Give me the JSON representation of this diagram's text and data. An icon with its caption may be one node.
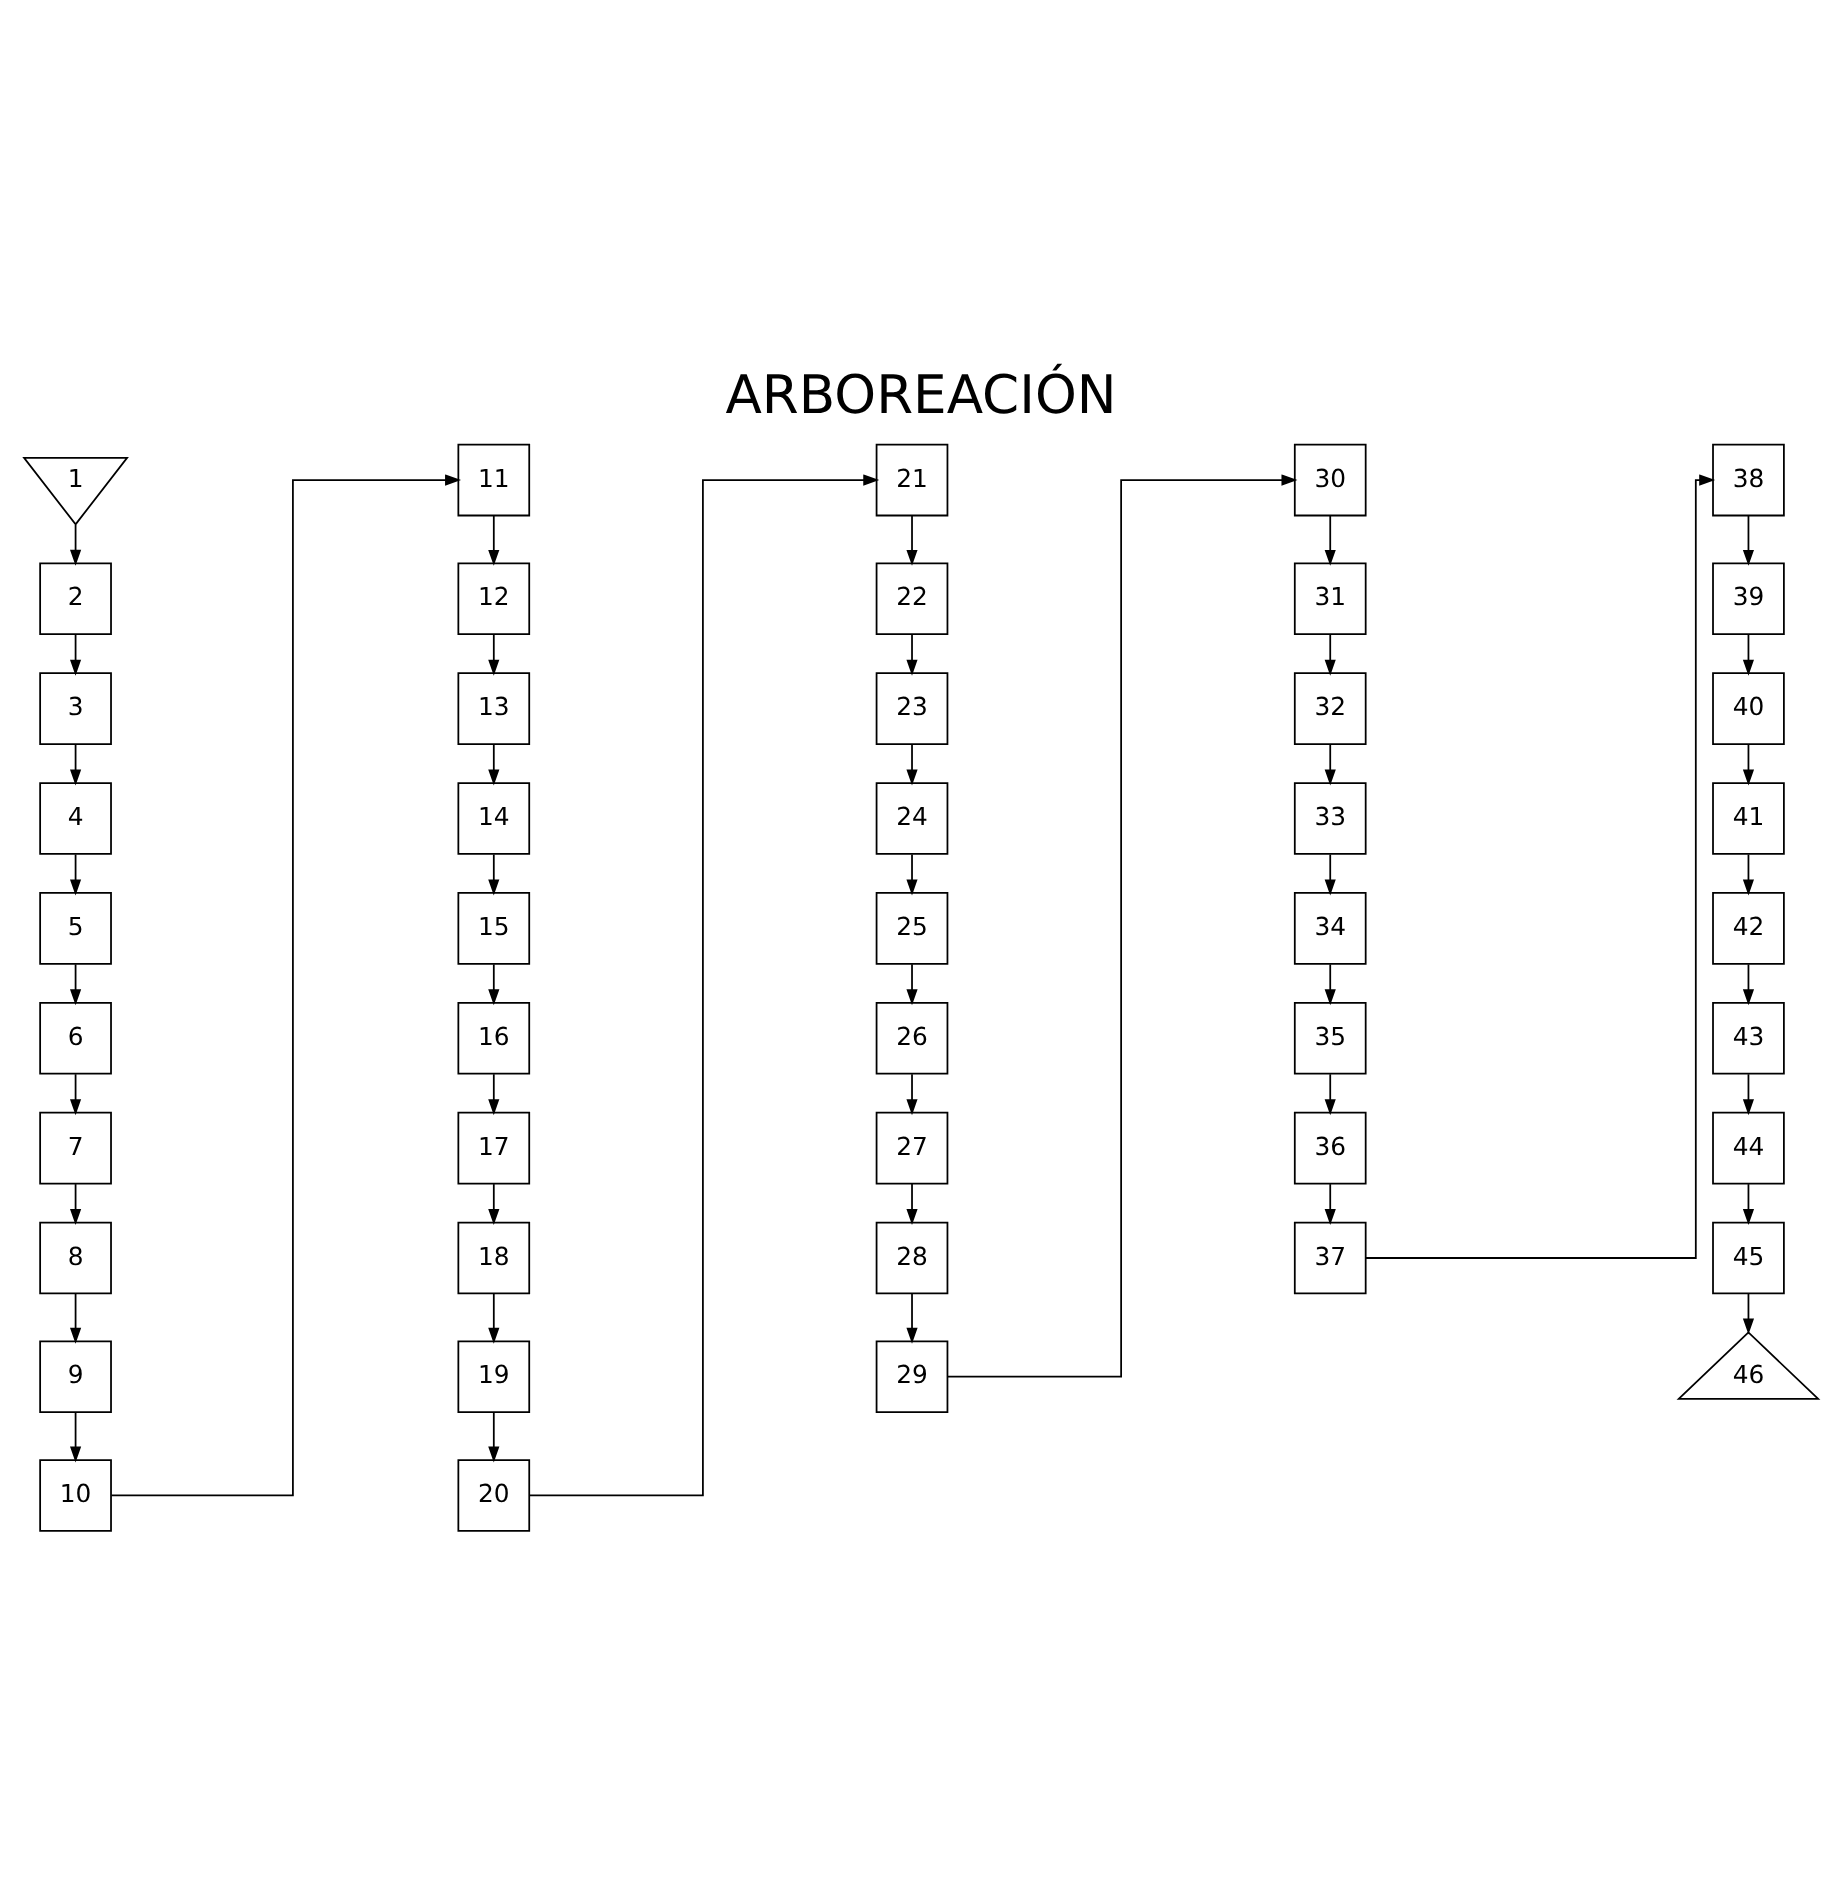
{
  "diagram": {
    "title": "ARBOREACIÓN",
    "nodes": [
      {
        "text": [
          "1"
        ]
      },
      {
        "text": [
          "2"
        ]
      },
      {
        "text": [
          "3"
        ]
      },
      {
        "text": [
          "4"
        ]
      },
      {
        "text": [
          "5"
        ]
      },
      {
        "text": [
          "6"
        ]
      },
      {
        "text": [
          "7"
        ]
      },
      {
        "text": [
          "8"
        ]
      },
      {
        "text": [
          "9"
        ]
      },
      {
        "text": [
          "10"
        ]
      },
      {
        "text": [
          "11"
        ]
      },
      {
        "text": [
          "12"
        ]
      },
      {
        "text": [
          "13"
        ]
      },
      {
        "text": [
          "14"
        ]
      },
      {
        "text": [
          "15"
        ]
      },
      {
        "text": [
          "16"
        ]
      },
      {
        "text": [
          "17"
        ]
      },
      {
        "text": [
          "18"
        ]
      },
      {
        "text": [
          "19"
        ]
      },
      {
        "text": [
          "20"
        ]
      },
      {
        "text": [
          "21"
        ]
      },
      {
        "text": [
          "22"
        ]
      },
      {
        "text": [
          "23"
        ]
      },
      {
        "text": [
          "24"
        ]
      },
      {
        "text": [
          "25"
        ]
      },
      {
        "text": [
          "26"
        ]
      },
      {
        "text": [
          "27"
        ]
      },
      {
        "text": [
          "28"
        ]
      },
      {
        "text": [
          "29"
        ]
      },
      {
        "text": [
          "30"
        ]
      },
      {
        "text": [
          "31"
        ]
      },
      {
        "text": [
          "32"
        ]
      },
      {
        "text": [
          "33"
        ]
      },
      {
        "text": [
          "34"
        ]
      },
      {
        "text": [
          "35"
        ]
      },
      {
        "text": [
          "36"
        ]
      },
      {
        "text": [
          "37"
        ]
      },
      {
        "text": [
          "38"
        ]
      },
      {
        "text": [
          "39"
        ]
      },
      {
        "text": [
          "40"
        ]
      },
      {
        "text": [
          "41"
        ]
      },
      {
        "text": [
          "42"
        ]
      },
      {
        "text": [
          "43"
        ]
      },
      {
        "text": [
          "44"
        ]
      },
      {
        "text": [
          "45"
        ]
      },
      {
        "text": [
          "46"
        ]
      }
    ],
    "edges": [
      {
        "from": 0,
        "to": 1,
        "arrow": "to"
      },
      {
        "from": 1,
        "to": 2,
        "arrow": "to"
      },
      {
        "from": 2,
        "to": 3,
        "arrow": "to"
      },
      {
        "from": 3,
        "to": 4,
        "arrow": "to"
      },
      {
        "from": 4,
        "to": 5,
        "arrow": "to"
      },
      {
        "from": 5,
        "to": 6,
        "arrow": "to"
      },
      {
        "from": 6,
        "to": 7,
        "arrow": "to"
      },
      {
        "from": 7,
        "to": 8,
        "arrow": "to"
      },
      {
        "from": 8,
        "to": 9,
        "arrow": "to"
      },
      {
        "from": 9,
        "to": 10,
        "arrow": "to"
      },
      {
        "from": 10,
        "to": 11,
        "arrow": "to"
      },
      {
        "from": 11,
        "to": 12,
        "arrow": "to"
      },
      {
        "from": 12,
        "to": 13,
        "arrow": "to"
      },
      {
        "from": 13,
        "to": 14,
        "arrow": "to"
      },
      {
        "from": 14,
        "to": 15,
        "arrow": "to"
      },
      {
        "from": 15,
        "to": 16,
        "arrow": "to"
      },
      {
        "from": 16,
        "to": 17,
        "arrow": "to"
      },
      {
        "from": 17,
        "to": 18,
        "arrow": "to"
      },
      {
        "from": 18,
        "to": 19,
        "arrow": "to"
      },
      {
        "from": 19,
        "to": 20,
        "arrow": "to"
      },
      {
        "from": 20,
        "to": 21,
        "arrow": "to"
      },
      {
        "from": 21,
        "to": 22,
        "arrow": "to"
      },
      {
        "from": 22,
        "to": 23,
        "arrow": "to"
      },
      {
        "from": 23,
        "to": 24,
        "arrow": "to"
      },
      {
        "from": 24,
        "to": 25,
        "arrow": "to"
      },
      {
        "from": 25,
        "to": 26,
        "arrow": "to"
      },
      {
        "from": 26,
        "to": 27,
        "arrow": "to"
      },
      {
        "from": 27,
        "to": 28,
        "arrow": "to"
      },
      {
        "from": 28,
        "to": 29,
        "arrow": "to"
      },
      {
        "from": 29,
        "to": 30,
        "arrow": "to"
      },
      {
        "from": 30,
        "to": 31,
        "arrow": "to"
      },
      {
        "from": 31,
        "to": 32,
        "arrow": "to"
      },
      {
        "from": 32,
        "to": 33,
        "arrow": "to"
      },
      {
        "from": 33,
        "to": 34,
        "arrow": "to"
      },
      {
        "from": 34,
        "to": 35,
        "arrow": "to"
      },
      {
        "from": 35,
        "to": 36,
        "arrow": "to"
      },
      {
        "from": 36,
        "to": 37,
        "arrow": "to"
      },
      {
        "from": 37,
        "to": 38,
        "arrow": "to"
      },
      {
        "from": 38,
        "to": 39,
        "arrow": "to"
      },
      {
        "from": 39,
        "to": 40,
        "arrow": "to"
      },
      {
        "from": 40,
        "to": 41,
        "arrow": "to"
      },
      {
        "from": 41,
        "to": 42,
        "arrow": "to"
      },
      {
        "from": 42,
        "to": 43,
        "arrow": "to"
      },
      {
        "from": 43,
        "to": 44,
        "arrow": "to"
      },
      {
        "from": 44,
        "to": 45,
        "arrow": "to"
      }
    ]
  }
}
